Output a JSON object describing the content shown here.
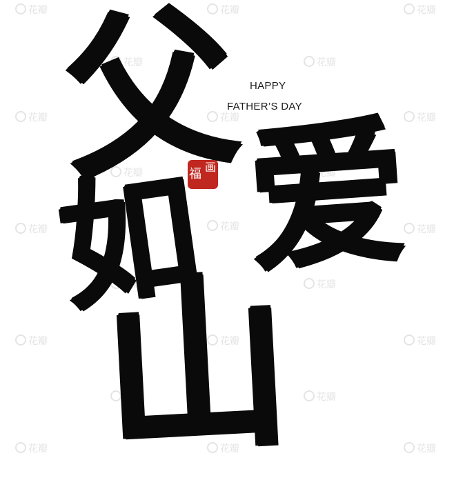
{
  "calligraphy": {
    "char_1": "父",
    "char_2": "爱",
    "char_3": "如",
    "char_4": "山"
  },
  "caption": {
    "line_1": "HAPPY",
    "line_2": "FATHER’S DAY"
  },
  "seal": {
    "char_a": "福",
    "char_b": "画"
  },
  "watermark": {
    "text": "花瓣"
  },
  "colors": {
    "ink": "#0a0a0a",
    "seal_red": "#c0271f",
    "background": "#ffffff",
    "watermark": "#cfcfcf"
  }
}
